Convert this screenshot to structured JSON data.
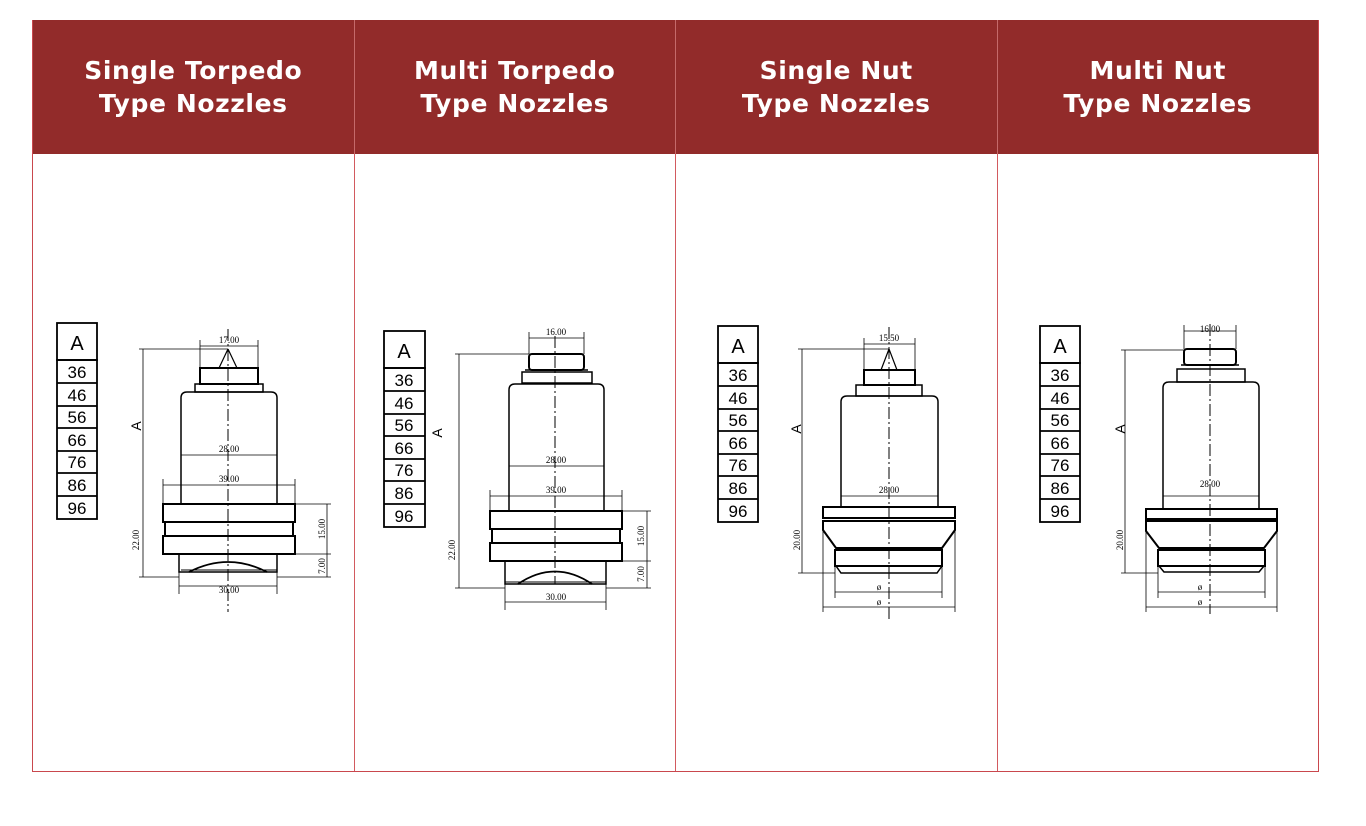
{
  "columns": [
    {
      "title_line1": "Single Torpedo",
      "title_line2": "Type Nozzles",
      "table_header": "A",
      "table_values": [
        "36",
        "46",
        "56",
        "66",
        "76",
        "86",
        "96"
      ],
      "dims": {
        "top": "17.00",
        "body": "28.00",
        "flange": "39.00",
        "height": "22.00",
        "flange_h": "15.00",
        "tip_h": "7.00",
        "bottom": "30.00",
        "a_label": "A"
      }
    },
    {
      "title_line1": "Multi Torpedo",
      "title_line2": "Type Nozzles",
      "table_header": "A",
      "table_values": [
        "36",
        "46",
        "56",
        "66",
        "76",
        "86",
        "96"
      ],
      "dims": {
        "top": "16.00",
        "body": "28.00",
        "flange": "39.00",
        "height": "22.00",
        "flange_h": "15.00",
        "tip_h": "7.00",
        "bottom": "30.00",
        "a_label": "A"
      }
    },
    {
      "title_line1": "Single Nut",
      "title_line2": "Type Nozzles",
      "table_header": "A",
      "table_values": [
        "36",
        "46",
        "56",
        "66",
        "76",
        "86",
        "96"
      ],
      "dims": {
        "top": "15.50",
        "body": "28.00",
        "height": "20.00",
        "dia1": "ø",
        "dia2": "ø",
        "a_label": "A"
      }
    },
    {
      "title_line1": "Multi Nut",
      "title_line2": "Type Nozzles",
      "table_header": "A",
      "table_values": [
        "36",
        "46",
        "56",
        "66",
        "76",
        "86",
        "96"
      ],
      "dims": {
        "top": "16.00",
        "body": "28.00",
        "height": "20.00",
        "dia1": "ø",
        "dia2": "ø",
        "a_label": "A"
      }
    }
  ],
  "colors": {
    "header_bg": "#922b2a",
    "header_text": "#ffffff",
    "border": "#c9474d",
    "drawing": "#000000"
  }
}
